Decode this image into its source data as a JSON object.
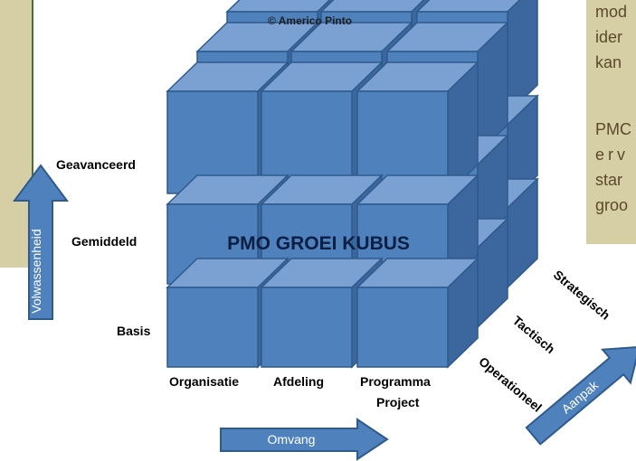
{
  "copyright": "© Americo Pinto",
  "cube_title": "PMO GROEI KUBUS",
  "maturity_levels": [
    "Geavanceerd",
    "Gemiddeld",
    "Basis"
  ],
  "scope_levels": [
    "Organisatie",
    "Afdeling",
    "Programma",
    "Project"
  ],
  "approach_levels": [
    "Strategisch",
    "Tactisch",
    "Operationeel"
  ],
  "arrows": {
    "maturity": "Volwassenheid",
    "scope": "Omvang",
    "approach": "Aanpak"
  },
  "side_text_fragments": [
    "mod",
    "ider",
    "kan",
    "PMC",
    "erv",
    "star",
    "groo"
  ],
  "colors": {
    "cube_front": "#4f81bd",
    "cube_top": "#7ba0d2",
    "cube_side": "#3c679e",
    "cube_edge": "#2f5a8c",
    "panel": "#d6cfa6"
  }
}
